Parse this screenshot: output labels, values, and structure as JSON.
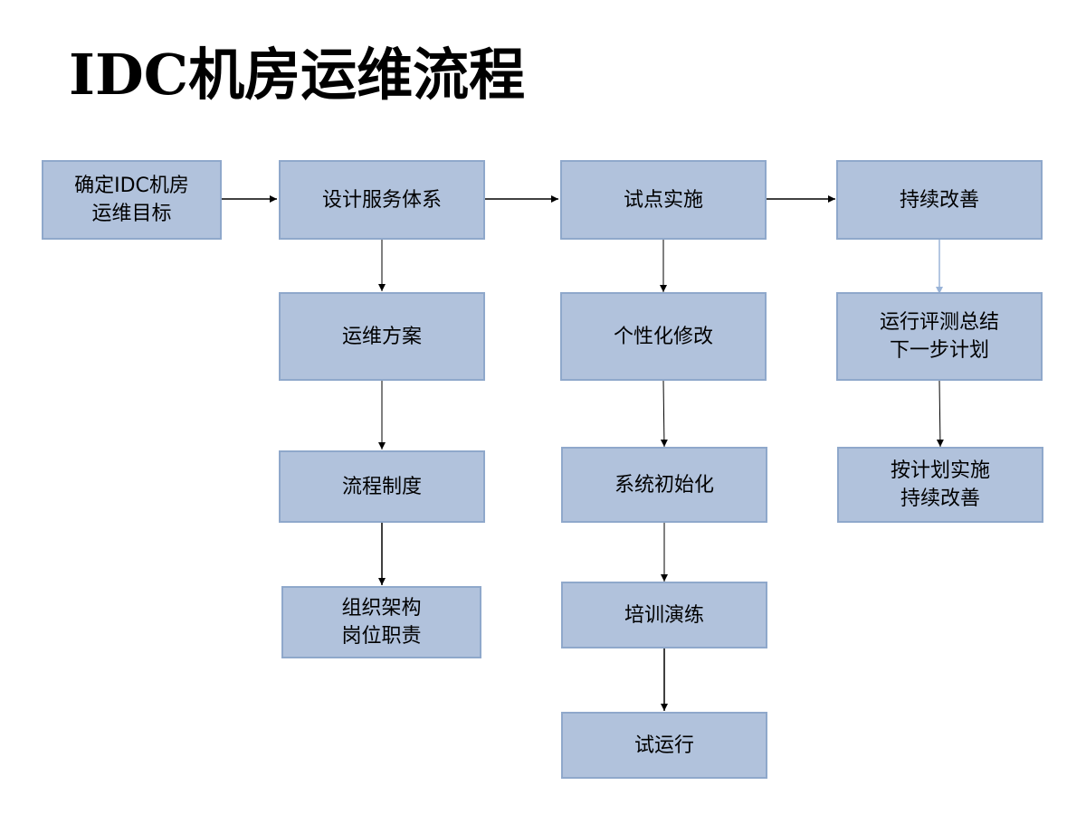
{
  "title": "IDC机房运维流程",
  "colors": {
    "box_fill": "#b1c2dc",
    "box_border": "#8fa8cb",
    "arrow": "#000000",
    "arrow_light": "#9ab4d8"
  },
  "nodes": {
    "goal": "确定IDC机房\n运维目标",
    "design": "设计服务体系",
    "plan": "运维方案",
    "process": "流程制度",
    "org": "组织架构\n岗位职责",
    "pilot": "试点实施",
    "customize": "个性化修改",
    "init": "系统初始化",
    "training": "培训演练",
    "trial": "试运行",
    "improve": "持续改善",
    "evaluate": "运行评测总结\n下一步计划",
    "execute": "按计划实施\n持续改善"
  }
}
